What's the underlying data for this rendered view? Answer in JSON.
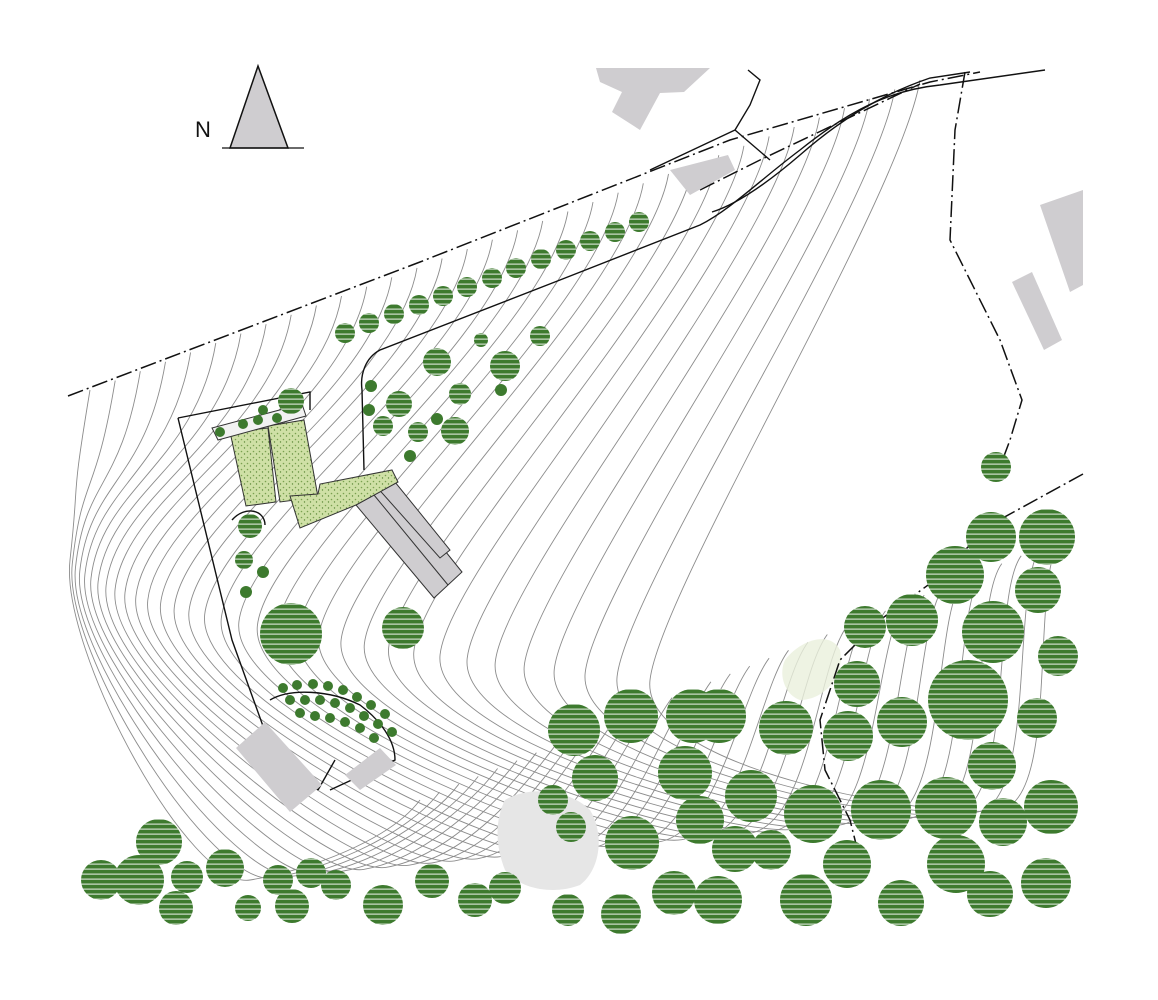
{
  "north_arrow": {
    "label": "N"
  },
  "colors": {
    "tree_fill": "#3d7a2e",
    "tree_stripe": "#ffffff",
    "garden_fill": "#cfe0a6",
    "garden_dots": "#7aa050",
    "building_fill": "#cfcdd0",
    "contour_line": "#8c8c8c",
    "boundary_line": "#111111",
    "paved_area": "#e6e6e6"
  },
  "legend_elements": [
    "north-arrow-icon",
    "contour-lines",
    "property-boundary",
    "access-road",
    "trees",
    "buildings",
    "garden-beds"
  ]
}
